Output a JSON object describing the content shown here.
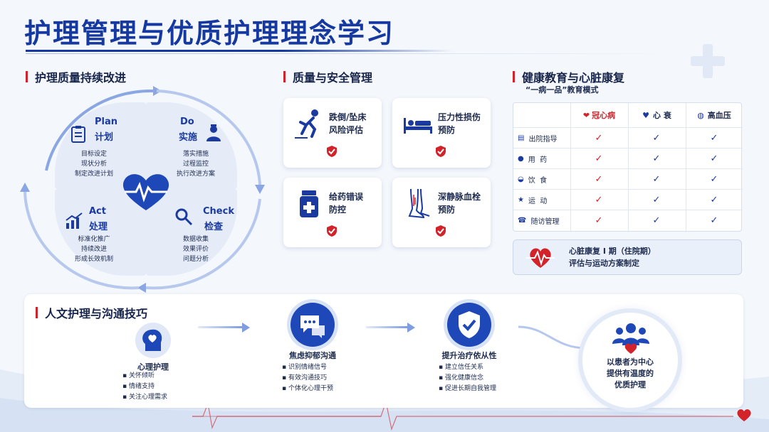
{
  "title": "护理管理与优质护理理念学习",
  "sections": {
    "pdca_title": "护理质量持续改进",
    "safety_title": "质量与安全管理",
    "health_title": "健康教育与心脏康复",
    "health_subtitle": "“一病一品”教育模式",
    "humanistic_title": "人文护理与沟通技巧"
  },
  "pdca": {
    "plan": {
      "en": "Plan",
      "cn": "计划",
      "items": [
        "目标设定",
        "现状分析",
        "制定改进计划"
      ]
    },
    "do": {
      "en": "Do",
      "cn": "实施",
      "items": [
        "落实措施",
        "过程监控",
        "执行改进方案"
      ]
    },
    "act": {
      "en": "Act",
      "cn": "处理",
      "items": [
        "标准化推广",
        "持续改进",
        "形成长效机制"
      ]
    },
    "check": {
      "en": "Check",
      "cn": "检查",
      "items": [
        "数据收集",
        "效果评价",
        "问题分析"
      ]
    }
  },
  "safety_cards": [
    {
      "line1": "跌倒/坠床",
      "line2": "风险评估",
      "icon": "falling-person-icon"
    },
    {
      "line1": "压力性损伤",
      "line2": "预防",
      "icon": "bed-icon"
    },
    {
      "line1": "给药错误",
      "line2": "防控",
      "icon": "medicine-bottle-icon"
    },
    {
      "line1": "深静脉血栓",
      "line2": "预防",
      "icon": "leg-icon"
    }
  ],
  "health_table": {
    "columns": [
      "冠心病",
      "心 衰",
      "高血压"
    ],
    "rows": [
      {
        "label": "出院指导",
        "icon": "clipboard-icon"
      },
      {
        "label": "用  药",
        "icon": "pill-icon"
      },
      {
        "label": "饮  食",
        "icon": "food-icon"
      },
      {
        "label": "运  动",
        "icon": "running-icon"
      },
      {
        "label": "随访管理",
        "icon": "phone-icon"
      }
    ],
    "check_mark": "✓"
  },
  "rehab": {
    "line1": "心脏康复 I 期（住院期）",
    "line2": "评估与运动方案制定"
  },
  "humanistic": [
    {
      "title": "心理护理",
      "items": [
        "关怀倾听",
        "情绪支持",
        "关注心理需求"
      ],
      "icon": "head-heart-icon"
    },
    {
      "title": "焦虑抑郁沟通",
      "items": [
        "识别情绪信号",
        "有效沟通技巧",
        "个体化心理干预"
      ],
      "icon": "chat-bubbles-icon"
    },
    {
      "title": "提升治疗依从性",
      "items": [
        "建立信任关系",
        "强化健康信念",
        "促进长期自我管理"
      ],
      "icon": "shield-check-icon"
    }
  ],
  "patient_center": {
    "lines": [
      "以患者为中心",
      "提供有温度的",
      "优质护理"
    ]
  },
  "colors": {
    "primary": "#1539a0",
    "accent_red": "#d2232a",
    "light_blue": "#e5ecf8"
  }
}
